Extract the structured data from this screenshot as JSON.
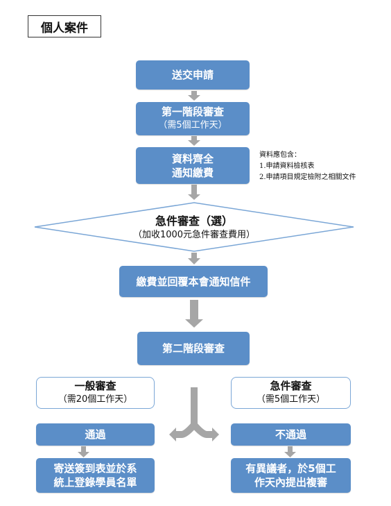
{
  "title": "個人案件",
  "steps": {
    "submit": "送交申請",
    "first_review": {
      "main": "第一階段審查",
      "sub": "（需5個工作天）"
    },
    "complete": {
      "line1": "資料齊全",
      "line2": "通知繳費"
    },
    "urgent_decision": {
      "main": "急件審查（選）",
      "sub": "（加收1000元急件審查費用）"
    },
    "pay_reply": "繳費並回覆本會通知信件",
    "second_review": "第二階段審查"
  },
  "note": {
    "heading": "資料應包含：",
    "items": [
      "1.申請資料檢核表",
      "2.申請項目規定檢附之相關文件"
    ]
  },
  "branches": {
    "normal": {
      "review": {
        "main": "一般審查",
        "sub": "（需20個工作天）"
      },
      "result": "通過",
      "action": {
        "line1": "寄送簽到表並於系",
        "line2": "統上登錄學員名單"
      }
    },
    "urgent": {
      "review": {
        "main": "急件審查",
        "sub": "（需5個工作天）"
      },
      "result": "不通過",
      "action": {
        "line1": "有異議者，於5個工",
        "line2": "作天內提出複審"
      }
    }
  },
  "colors": {
    "step_fill": "#5b8ec8",
    "outline_border": "#7aa6d6",
    "arrow": "#a6a6a6"
  }
}
